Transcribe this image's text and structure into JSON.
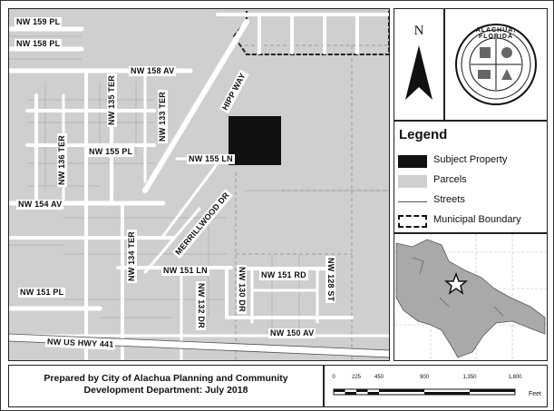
{
  "roads": {
    "nw159pl": "NW 159 PL",
    "nw158pl": "NW 158 PL",
    "nw158av": "NW 158 AV",
    "hippway": "HIPP WAY",
    "nw135ter": "NW 135 TER",
    "nw133ter": "NW 133 TER",
    "nw136ter": "NW 136 TER",
    "nw155pl": "NW 155 PL",
    "nw155ln": "NW 155 LN",
    "nw154av": "NW 154 AV",
    "merrillwood": "MERRILLWOOD DR",
    "nw134ter": "NW 134 TER",
    "nw151ln": "NW 151 LN",
    "nw151rd": "NW 151 RD",
    "nw128st": "NW 128 ST",
    "nw151pl": "NW 151 PL",
    "nw132dr": "NW 132 DR",
    "nw130dr": "NW 130 DR",
    "nw150av": "NW 150 AV",
    "usHwy": "NW US HWY 441"
  },
  "north": {
    "letter": "N"
  },
  "seal": {
    "name": "ALACHUA, FLORIDA",
    "icon": "city-seal-icon"
  },
  "legend": {
    "title": "Legend",
    "items": [
      {
        "label": "Subject Property",
        "swatch": "solid-black"
      },
      {
        "label": "Parcels",
        "swatch": "light-gray"
      },
      {
        "label": "Streets",
        "swatch": "line"
      },
      {
        "label": "Municipal Boundary",
        "swatch": "dashed"
      }
    ]
  },
  "credit": {
    "line1": "Prepared by City of Alachua Planning and Community",
    "line2": "Development Department: July 2018"
  },
  "scale": {
    "ticks": [
      "0",
      "225",
      "450",
      "900",
      "1,350",
      "1,800"
    ],
    "unit": "Feet"
  },
  "colors": {
    "parcel": "#cfcfcf",
    "street": "#ffffff",
    "subject": "#111111",
    "boundary": "#222222"
  }
}
